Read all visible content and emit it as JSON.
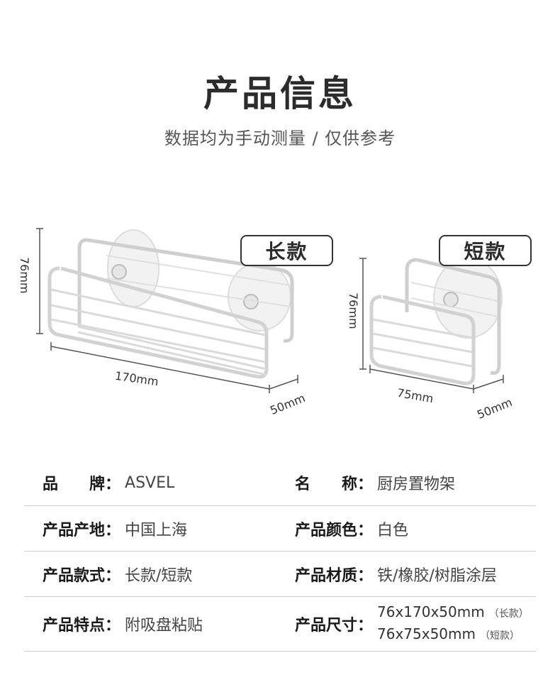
{
  "header": {
    "title": "产品信息",
    "subtitle": "数据均为手动测量 / 仅供参考"
  },
  "illustration": {
    "long_badge": "长款",
    "short_badge": "短款",
    "long_height": "76mm",
    "long_length": "170mm",
    "long_depth": "50mm",
    "short_height": "76mm",
    "short_length": "75mm",
    "short_depth": "50mm"
  },
  "specs": {
    "brand_label": "品　　牌：",
    "brand_value": "ASVEL",
    "name_label": "名　　称：",
    "name_value": "厨房置物架",
    "origin_label": "产品产地：",
    "origin_value": "中国上海",
    "color_label": "产品颜色：",
    "color_value": "白色",
    "style_label": "产品款式：",
    "style_value": "长款/短款",
    "material_label": "产品材质：",
    "material_value": "铁/橡胶/树脂涂层",
    "feature_label": "产品特点：",
    "feature_value": "附吸盘粘贴",
    "size_label": "产品尺寸：",
    "size_long": "76x170x50mm",
    "size_long_note": "（长款）",
    "size_short": "76x75x50mm",
    "size_short_note": "（短款）"
  }
}
